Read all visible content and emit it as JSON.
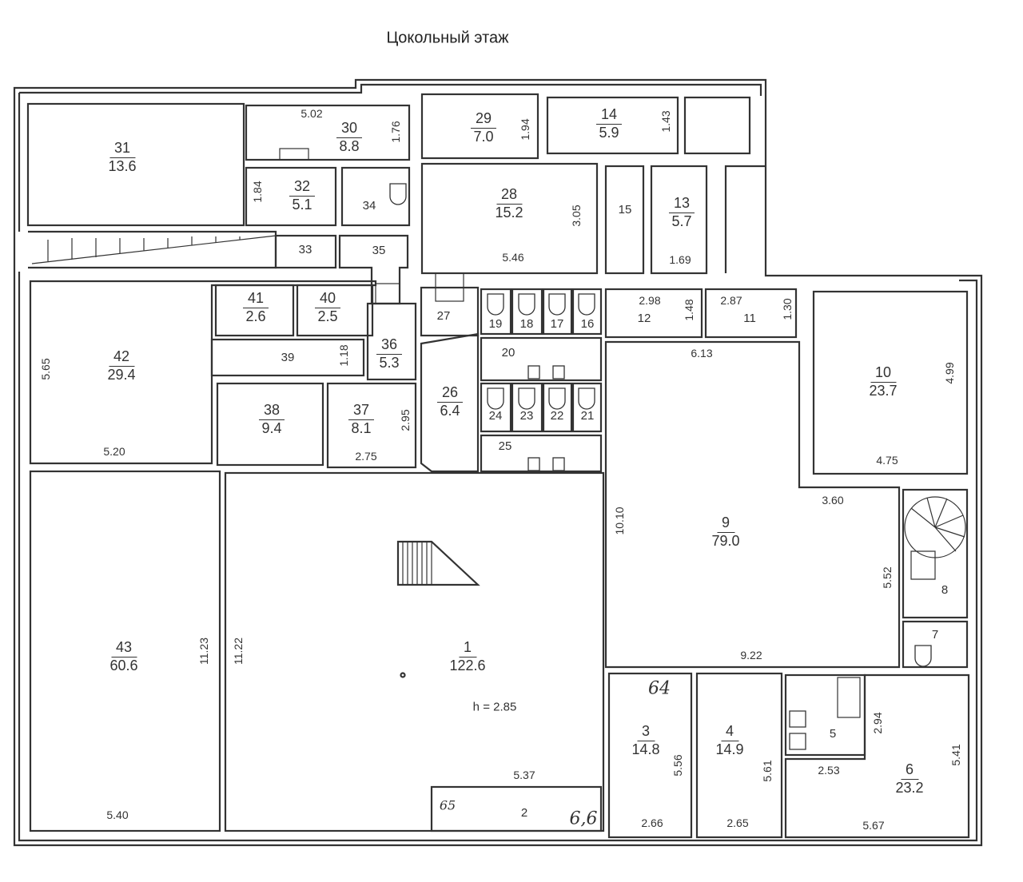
{
  "title": "Цокольный этаж",
  "rooms": {
    "1": {
      "num": "1",
      "area": "122.6"
    },
    "2": {
      "num": "2"
    },
    "3": {
      "num": "3",
      "area": "14.8"
    },
    "4": {
      "num": "4",
      "area": "14.9"
    },
    "5": {
      "num": "5"
    },
    "6": {
      "num": "6",
      "area": "23.2"
    },
    "7": {
      "num": "7"
    },
    "8": {
      "num": "8"
    },
    "9": {
      "num": "9",
      "area": "79.0"
    },
    "10": {
      "num": "10",
      "area": "23.7"
    },
    "11": {
      "num": "11"
    },
    "12": {
      "num": "12"
    },
    "13": {
      "num": "13",
      "area": "5.7"
    },
    "14": {
      "num": "14",
      "area": "5.9"
    },
    "15": {
      "num": "15"
    },
    "16": {
      "num": "16"
    },
    "17": {
      "num": "17"
    },
    "18": {
      "num": "18"
    },
    "19": {
      "num": "19"
    },
    "20": {
      "num": "20"
    },
    "21": {
      "num": "21"
    },
    "22": {
      "num": "22"
    },
    "23": {
      "num": "23"
    },
    "24": {
      "num": "24"
    },
    "25": {
      "num": "25"
    },
    "26": {
      "num": "26",
      "area": "6.4"
    },
    "27": {
      "num": "27"
    },
    "28": {
      "num": "28",
      "area": "15.2"
    },
    "29": {
      "num": "29",
      "area": "7.0"
    },
    "30": {
      "num": "30",
      "area": "8.8"
    },
    "31": {
      "num": "31",
      "area": "13.6"
    },
    "32": {
      "num": "32",
      "area": "5.1"
    },
    "33": {
      "num": "33"
    },
    "34": {
      "num": "34"
    },
    "35": {
      "num": "35"
    },
    "36": {
      "num": "36",
      "area": "5.3"
    },
    "37": {
      "num": "37",
      "area": "8.1"
    },
    "38": {
      "num": "38",
      "area": "9.4"
    },
    "39": {
      "num": "39"
    },
    "40": {
      "num": "40",
      "area": "2.5"
    },
    "41": {
      "num": "41",
      "area": "2.6"
    },
    "42": {
      "num": "42",
      "area": "29.4"
    },
    "43": {
      "num": "43",
      "area": "60.6"
    }
  },
  "ceiling_height": "h = 2.85",
  "dims": {
    "r30_w": "5.02",
    "r30_h": "1.76",
    "r32_h": "1.84",
    "r29_h": "1.94",
    "r14_h": "1.43",
    "r28_h": "3.05",
    "r28_w": "5.46",
    "r13_w": "1.69",
    "r12_w": "2.98",
    "r12_h": "1.48",
    "r11_w": "2.87",
    "r11_h": "1.30",
    "r9_top": "6.13",
    "r10_h": "4.99",
    "r10_w": "4.75",
    "r42_h": "5.65",
    "r39_h": "1.18",
    "r37_h": "2.95",
    "r37_w": "2.75",
    "r42_w": "5.20",
    "r9_h": "10.10",
    "r9_step": "3.60",
    "r8_h": "5.52",
    "r9_w": "9.22",
    "r43_h": "11.23",
    "r1_h": "11.22",
    "r1_w": "5.37",
    "r43_w": "5.40",
    "r5_h": "2.94",
    "r5_w": "2.53",
    "r6_h": "5.41",
    "r3_h": "5.56",
    "r4_h": "5.61",
    "r3_w": "2.66",
    "r4_w": "2.65",
    "r6_w": "5.67"
  },
  "handwritten": {
    "room3": "64",
    "room2_area": "6,6",
    "room2_mark": "65"
  }
}
